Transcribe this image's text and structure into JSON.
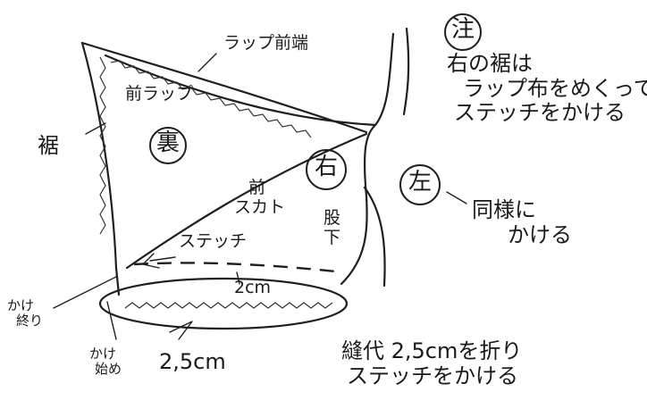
{
  "labels": {
    "flap_front_edge": "ラップ前端",
    "front_flap": "前ラップ",
    "ura": "裏",
    "hem": "裾",
    "migi": "右",
    "front_skirt": [
      "前",
      "スカト"
    ],
    "crotch": [
      "股",
      "下"
    ],
    "hidari": "左",
    "note_mark": "注",
    "note_lines": [
      "右の裾は",
      "ラップ布をめくって",
      "ステッチをかける"
    ],
    "left_same": [
      "同様に",
      "かける"
    ],
    "stitch": "ステッチ",
    "two_cm": "2cm",
    "end_stitch": [
      "かけ",
      "終り"
    ],
    "start_stitch": [
      "かけ",
      "始め"
    ],
    "seam_25": "2,5cm",
    "bottom_lines": [
      "縫代 2,5cmを折り",
      "ステッチをかける"
    ]
  }
}
